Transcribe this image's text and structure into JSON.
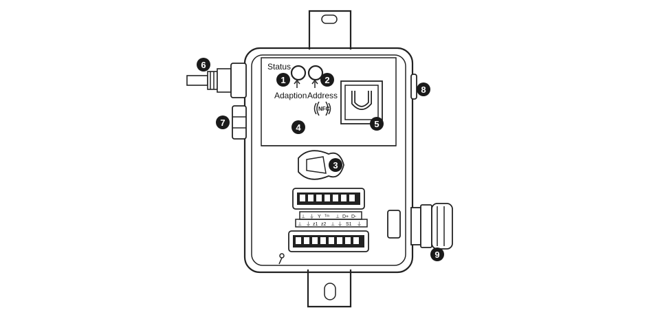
{
  "labels": {
    "status": "Status",
    "adaption": "Adaption",
    "address": "Address",
    "nfc": "NFC"
  },
  "callouts": [
    "1",
    "2",
    "3",
    "4",
    "5",
    "6",
    "7",
    "8",
    "9"
  ],
  "terminal_top_row": [
    "⊥",
    "⏚",
    "Y",
    "ᵀᵐ",
    "⊥",
    "D+",
    "D-"
  ],
  "terminal_bottom_row": [
    "⊥",
    "⏚",
    "z1",
    "z2",
    "⊥",
    "⏚",
    "S1",
    "⏚"
  ]
}
